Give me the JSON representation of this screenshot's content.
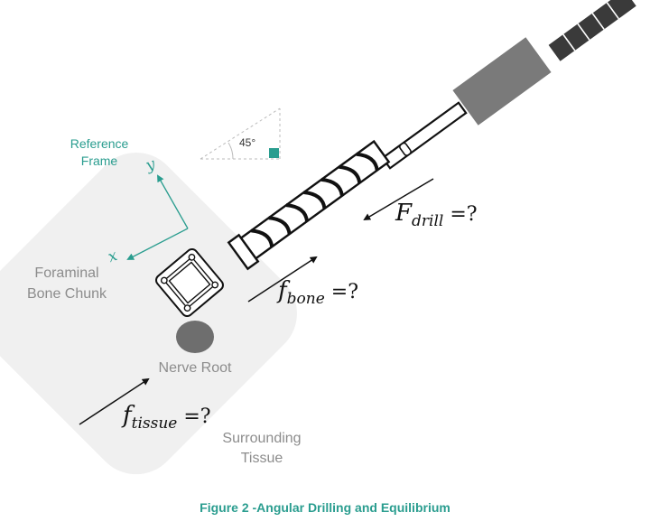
{
  "labels": {
    "reference_frame_line1": "Reference",
    "reference_frame_line2": "Frame",
    "axis_y": "y",
    "axis_x": "x",
    "angle": "45°",
    "bone_line1": "Foraminal",
    "bone_line2": "Bone Chunk",
    "nerve": "Nerve Root",
    "tissue_line1": "Surrounding",
    "tissue_line2": "Tissue"
  },
  "forces": {
    "drill": {
      "symbol": "F",
      "subscript": "drill",
      "suffix": " =?"
    },
    "bone": {
      "symbol": "f",
      "subscript": "bone",
      "suffix": " =?"
    },
    "tissue": {
      "symbol": "f",
      "subscript": "tissue",
      "suffix": " =?"
    }
  },
  "caption": "Figure 2 -Angular Drilling and Equilibrium",
  "colors": {
    "accent": "#2a9d8f",
    "tissue_fill": "#f0f0f0",
    "drill_body": "#7a7a7a",
    "drill_shaft": "#3a3a3a",
    "nerve": "#6e6e6e"
  }
}
